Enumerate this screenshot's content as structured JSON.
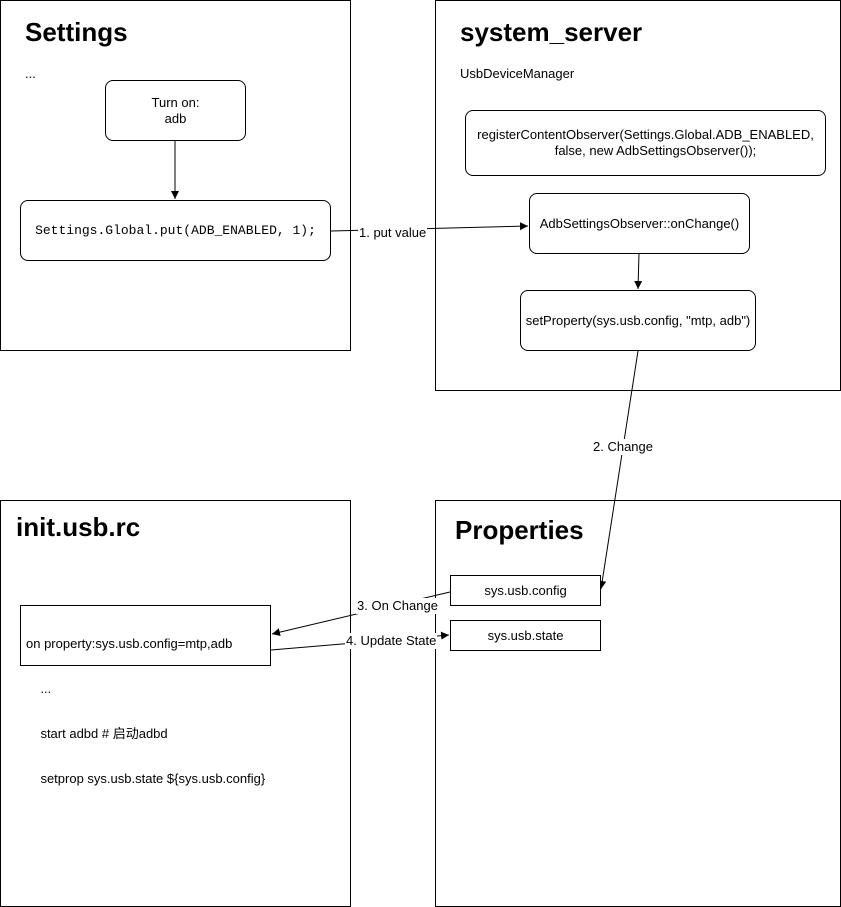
{
  "panels": {
    "settings": {
      "title": "Settings",
      "ellipsis": "..."
    },
    "system_server": {
      "title": "system_server",
      "subtitle": "UsbDeviceManager"
    },
    "init_usb_rc": {
      "title": "init.usb.rc"
    },
    "properties": {
      "title": "Properties"
    }
  },
  "nodes": {
    "turn_on": {
      "line1": "Turn on:",
      "line2": "adb"
    },
    "settings_put": "Settings.Global.put(ADB_ENABLED, 1);",
    "register_observer": {
      "line1": "registerContentObserver(Settings.Global.ADB_ENABLED,",
      "line2": "false, new AdbSettingsObserver());"
    },
    "on_change": "AdbSettingsObserver::onChange()",
    "set_property": "setProperty(sys.usb.config, \"mtp, adb\")",
    "sys_usb_config": "sys.usb.config",
    "sys_usb_state": "sys.usb.state",
    "init_script": [
      "on property:sys.usb.config=mtp,adb",
      "    ...",
      "    start adbd # 启动adbd",
      "    setprop sys.usb.state ${sys.usb.config}"
    ]
  },
  "edges": {
    "put_value": "1. put value",
    "change": "2. Change",
    "on_change": "3. On Change",
    "update_state": "4. Update State"
  }
}
